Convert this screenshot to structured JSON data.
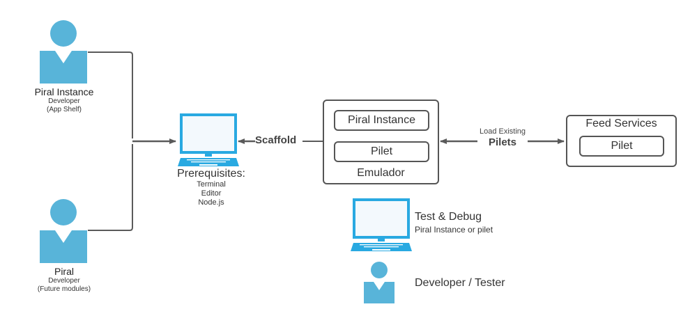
{
  "colors": {
    "person": "#58b4d9",
    "laptop": "#29a9e1",
    "screen": "#f3f9fd",
    "line": "#5a5a5a",
    "box_border": "#555555"
  },
  "actors": [
    {
      "icon": "person-icon",
      "title": "Piral Instance",
      "subtitle_lines": [
        "Developer",
        "(App Shelf)"
      ]
    },
    {
      "icon": "person-icon",
      "title": "Piral",
      "subtitle_lines": [
        "Developer",
        "(Future modules)"
      ]
    }
  ],
  "workstation": {
    "icon": "laptop-icon",
    "title": "Prerequisites:",
    "items": [
      "Terminal",
      "Editor",
      "Node.js"
    ]
  },
  "scaffold_label": "Scaffold",
  "emulator": {
    "caption": "Emulador",
    "items": [
      "Piral Instance",
      "Pilet"
    ]
  },
  "connection": {
    "label_small": "Load Existing",
    "label_bold": "Pilets"
  },
  "feed": {
    "title": "Feed Services",
    "items": [
      "Pilet"
    ]
  },
  "legend": {
    "test_title": "Test & Debug",
    "test_subtitle": "Piral Instance or pilet",
    "tester_label": "Developer / Tester"
  }
}
